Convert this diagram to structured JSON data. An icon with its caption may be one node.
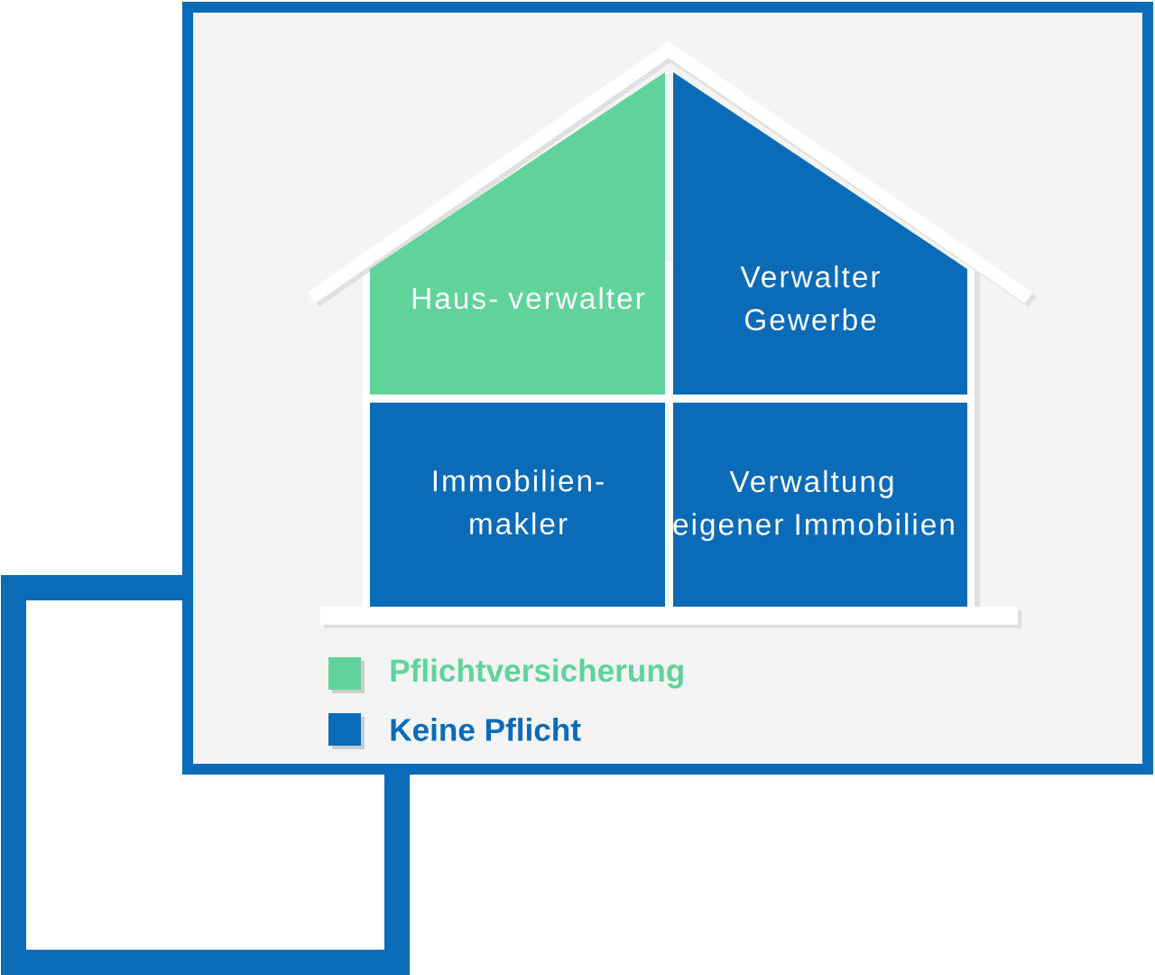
{
  "diagram": {
    "nodes": [
      {
        "text": [
          "Haus- verwalter"
        ]
      },
      {
        "text": [
          "Verwalter Gewerbe"
        ]
      },
      {
        "text": [
          "Immobilien- makler"
        ]
      },
      {
        "text": [
          "Verwaltung eigener Immobilien"
        ]
      }
    ],
    "legend": [
      {
        "text": "Pflichtversicherung",
        "color": "#5fd39a"
      },
      {
        "text": "Keine Pflicht",
        "color": "#0a6bb8"
      }
    ]
  }
}
